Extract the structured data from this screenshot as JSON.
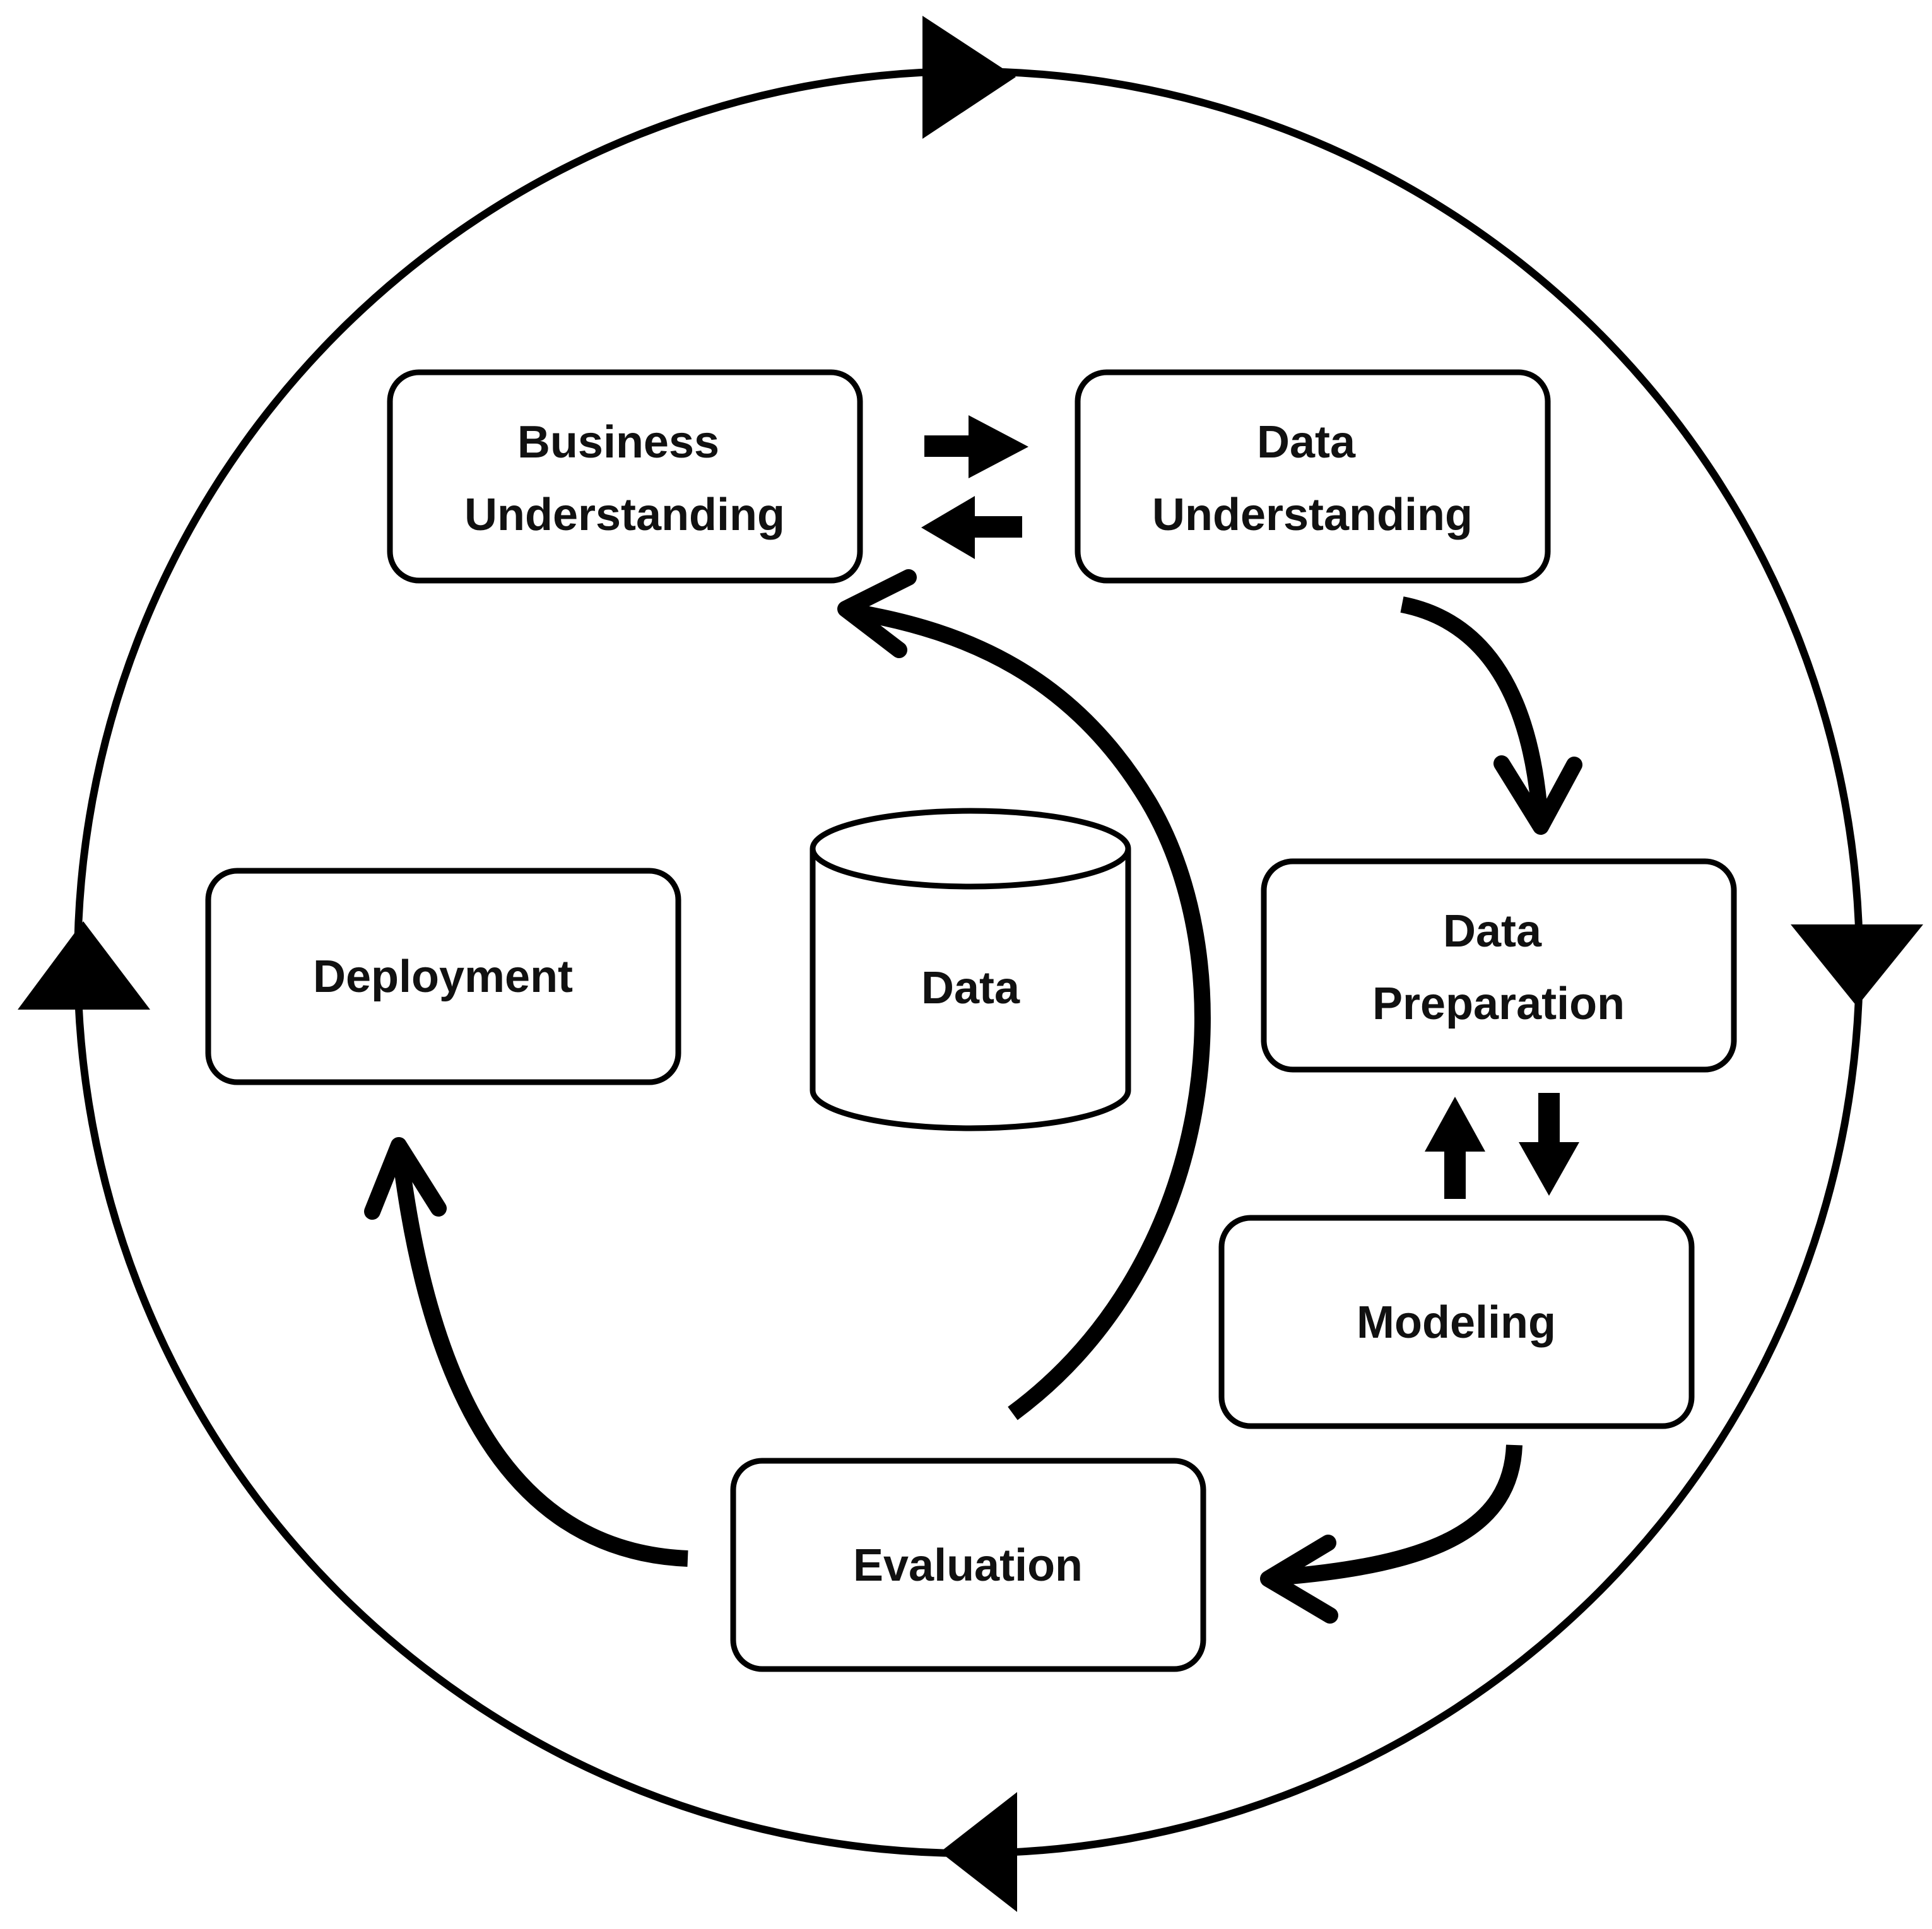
{
  "phases": {
    "business_understanding": [
      "Business",
      "Understanding"
    ],
    "data_understanding": [
      "Data",
      "Understanding"
    ],
    "data_preparation": [
      "Data",
      "Preparation"
    ],
    "modeling": [
      "Modeling"
    ],
    "evaluation": [
      "Evaluation"
    ],
    "deployment": [
      "Deployment"
    ]
  },
  "data_store": {
    "label": "Data"
  },
  "colors": {
    "line": "#000000",
    "box_fill": "#ffffff",
    "text": "#111111"
  }
}
